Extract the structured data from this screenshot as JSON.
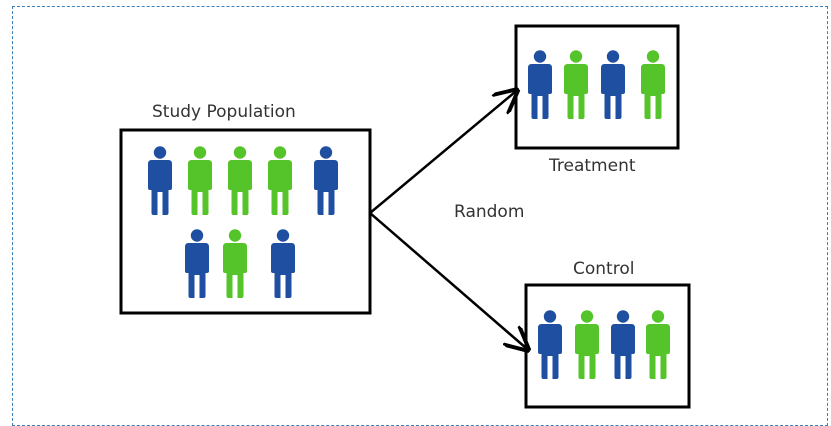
{
  "labels": {
    "population": "Study Population",
    "treatment": "Treatment",
    "control": "Control",
    "random": "Random"
  },
  "colors": {
    "blue": "#1f4fa0",
    "green": "#54c42a",
    "frame": "#3d7fb8"
  },
  "groups": {
    "population": [
      "blue",
      "green",
      "green",
      "green",
      "blue",
      "blue",
      "green",
      "blue"
    ],
    "treatment": [
      "blue",
      "green",
      "blue",
      "green"
    ],
    "control": [
      "blue",
      "green",
      "blue",
      "green"
    ]
  }
}
